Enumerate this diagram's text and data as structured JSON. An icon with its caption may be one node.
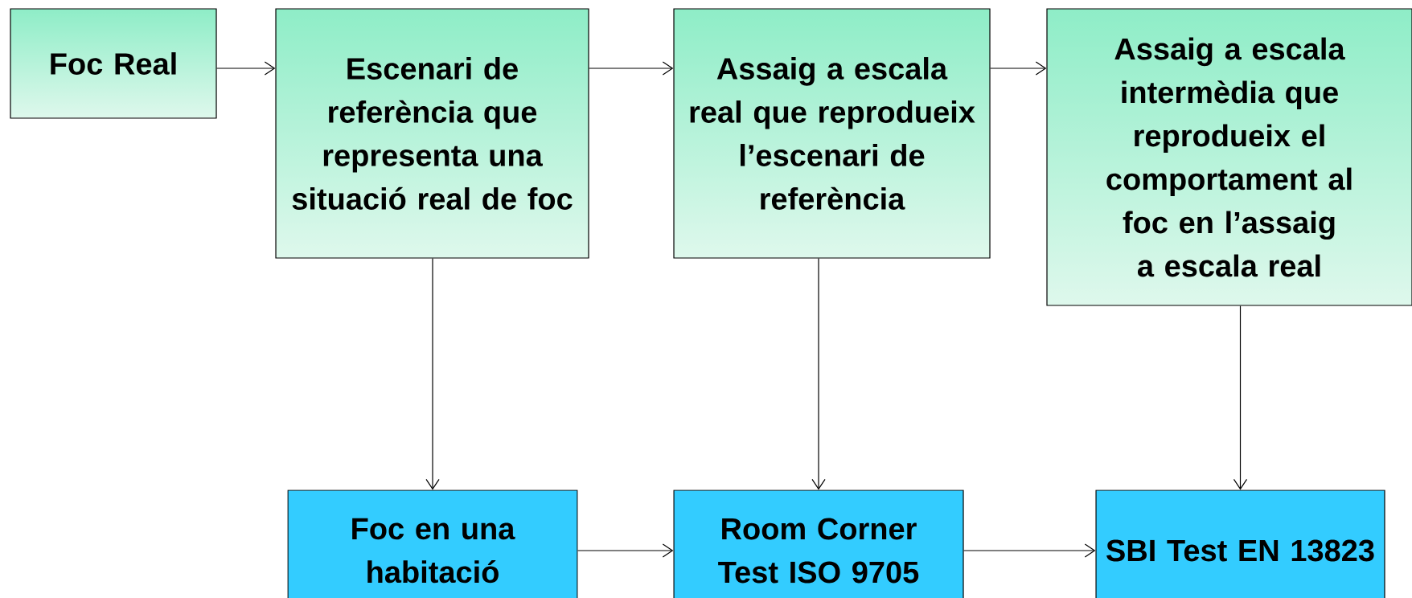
{
  "diagram": {
    "nodes": [
      {
        "text": [
          "Foc Real"
        ]
      },
      {
        "text": [
          "Escenari de referència que representa una situació real de foc"
        ]
      },
      {
        "text": [
          "Assaig a escala real que reprodueix l’escenari de referència"
        ]
      },
      {
        "text": [
          "Assaig a escala intermèdia que reprodueix el comportament al foc en l’assaig a escala real"
        ]
      },
      {
        "text": [
          "Foc en una habitació"
        ]
      },
      {
        "text": [
          "Room Corner Test ISO 9705"
        ]
      },
      {
        "text": [
          "SBI Test EN 13823"
        ]
      }
    ],
    "edges": [
      {
        "from": 0,
        "to": 1,
        "arrow": "to"
      },
      {
        "from": 1,
        "to": 2,
        "arrow": "to"
      },
      {
        "from": 2,
        "to": 3,
        "arrow": "to"
      },
      {
        "from": 1,
        "to": 4,
        "arrow": "to"
      },
      {
        "from": 2,
        "to": 5,
        "arrow": "to"
      },
      {
        "from": 3,
        "to": 6,
        "arrow": "to"
      },
      {
        "from": 4,
        "to": 5,
        "arrow": "to"
      },
      {
        "from": 5,
        "to": 6,
        "arrow": "to"
      }
    ]
  }
}
